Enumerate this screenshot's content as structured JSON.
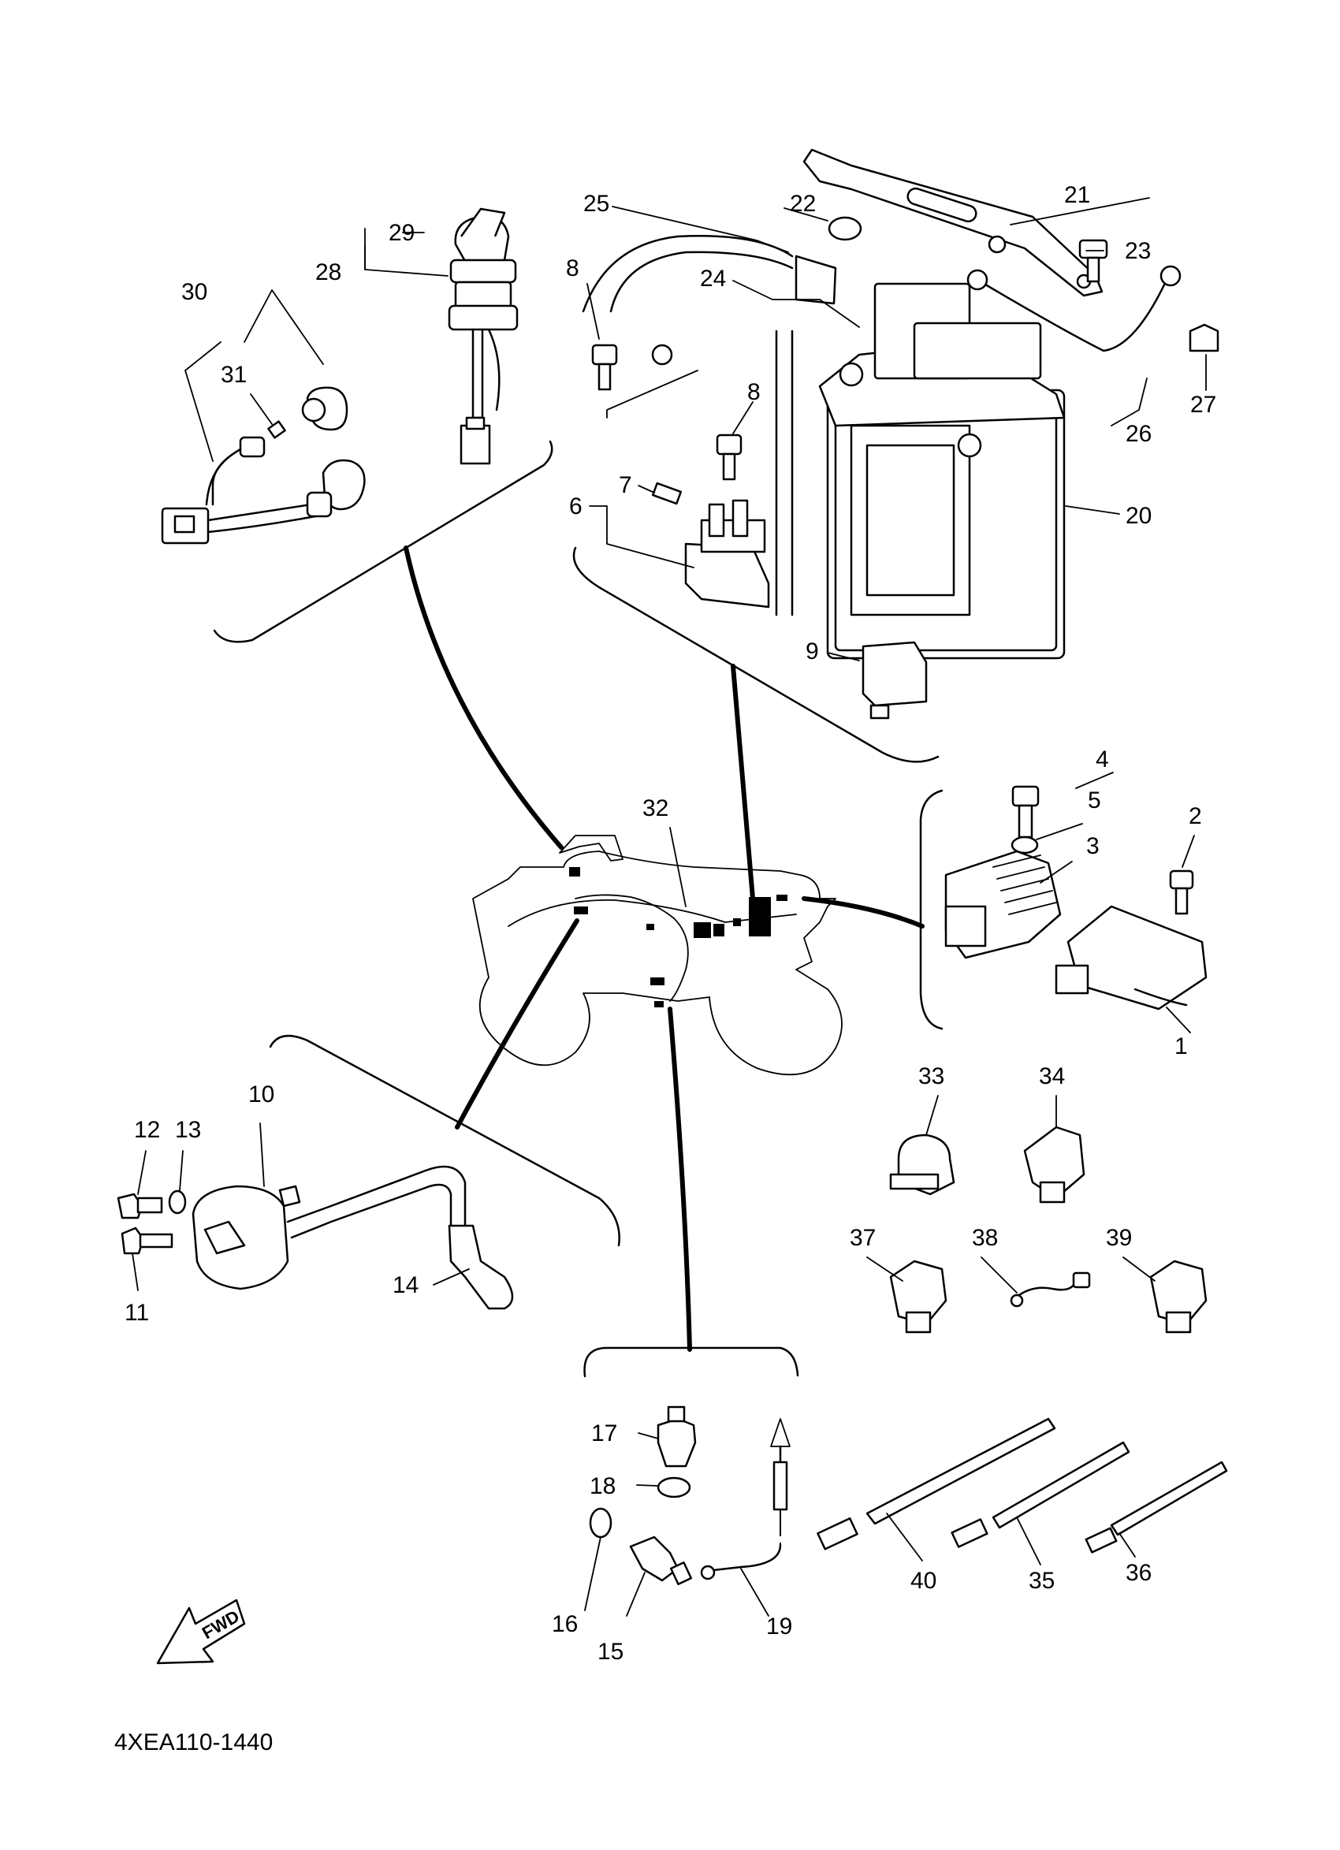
{
  "diagram": {
    "code": "4XEA110-1440",
    "fwd_label": "FWD",
    "callouts": [
      {
        "id": "1",
        "text": "1"
      },
      {
        "id": "2",
        "text": "2"
      },
      {
        "id": "3",
        "text": "3"
      },
      {
        "id": "4",
        "text": "4"
      },
      {
        "id": "5",
        "text": "5"
      },
      {
        "id": "6",
        "text": "6"
      },
      {
        "id": "7",
        "text": "7"
      },
      {
        "id": "8a",
        "text": "8"
      },
      {
        "id": "8b",
        "text": "8"
      },
      {
        "id": "9",
        "text": "9"
      },
      {
        "id": "10",
        "text": "10"
      },
      {
        "id": "11",
        "text": "11"
      },
      {
        "id": "12",
        "text": "12"
      },
      {
        "id": "13",
        "text": "13"
      },
      {
        "id": "14",
        "text": "14"
      },
      {
        "id": "15",
        "text": "15"
      },
      {
        "id": "16",
        "text": "16"
      },
      {
        "id": "17",
        "text": "17"
      },
      {
        "id": "18",
        "text": "18"
      },
      {
        "id": "19",
        "text": "19"
      },
      {
        "id": "20",
        "text": "20"
      },
      {
        "id": "21",
        "text": "21"
      },
      {
        "id": "22",
        "text": "22"
      },
      {
        "id": "23",
        "text": "23"
      },
      {
        "id": "24",
        "text": "24"
      },
      {
        "id": "25",
        "text": "25"
      },
      {
        "id": "26",
        "text": "26"
      },
      {
        "id": "27",
        "text": "27"
      },
      {
        "id": "28",
        "text": "28"
      },
      {
        "id": "29",
        "text": "29"
      },
      {
        "id": "30",
        "text": "30"
      },
      {
        "id": "31",
        "text": "31"
      },
      {
        "id": "32",
        "text": "32"
      },
      {
        "id": "33",
        "text": "33"
      },
      {
        "id": "34",
        "text": "34"
      },
      {
        "id": "35",
        "text": "35"
      },
      {
        "id": "36",
        "text": "36"
      },
      {
        "id": "37",
        "text": "37"
      },
      {
        "id": "38",
        "text": "38"
      },
      {
        "id": "39",
        "text": "39"
      },
      {
        "id": "40",
        "text": "40"
      }
    ]
  }
}
